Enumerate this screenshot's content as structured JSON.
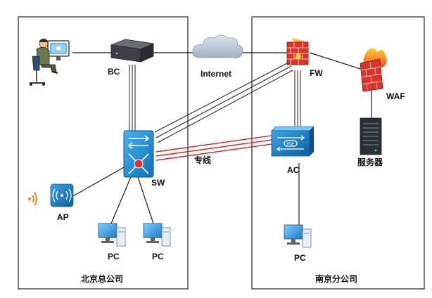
{
  "regions": {
    "beijing": "北京总公司",
    "nanjing": "南京分公司"
  },
  "devices": {
    "user": "user-workstation-icon",
    "bc": "BC",
    "internet": "Internet",
    "fw": "FW",
    "waf": "WAF",
    "sw": "SW",
    "ac": "AC",
    "server": "服务器",
    "ap": "AP",
    "pc_left": "PC",
    "pc_mid": "PC",
    "pc_right": "PC"
  },
  "links": {
    "dedicated_line": "专线"
  },
  "colors": {
    "line": "#1a1a1a",
    "dedicated": "#e02020",
    "router_body": "#3d3f44",
    "cloud": "#b9c6d3",
    "firewall": "#d8342a",
    "switch_blue": "#1f8fd8",
    "server_dark": "#2b3038"
  }
}
